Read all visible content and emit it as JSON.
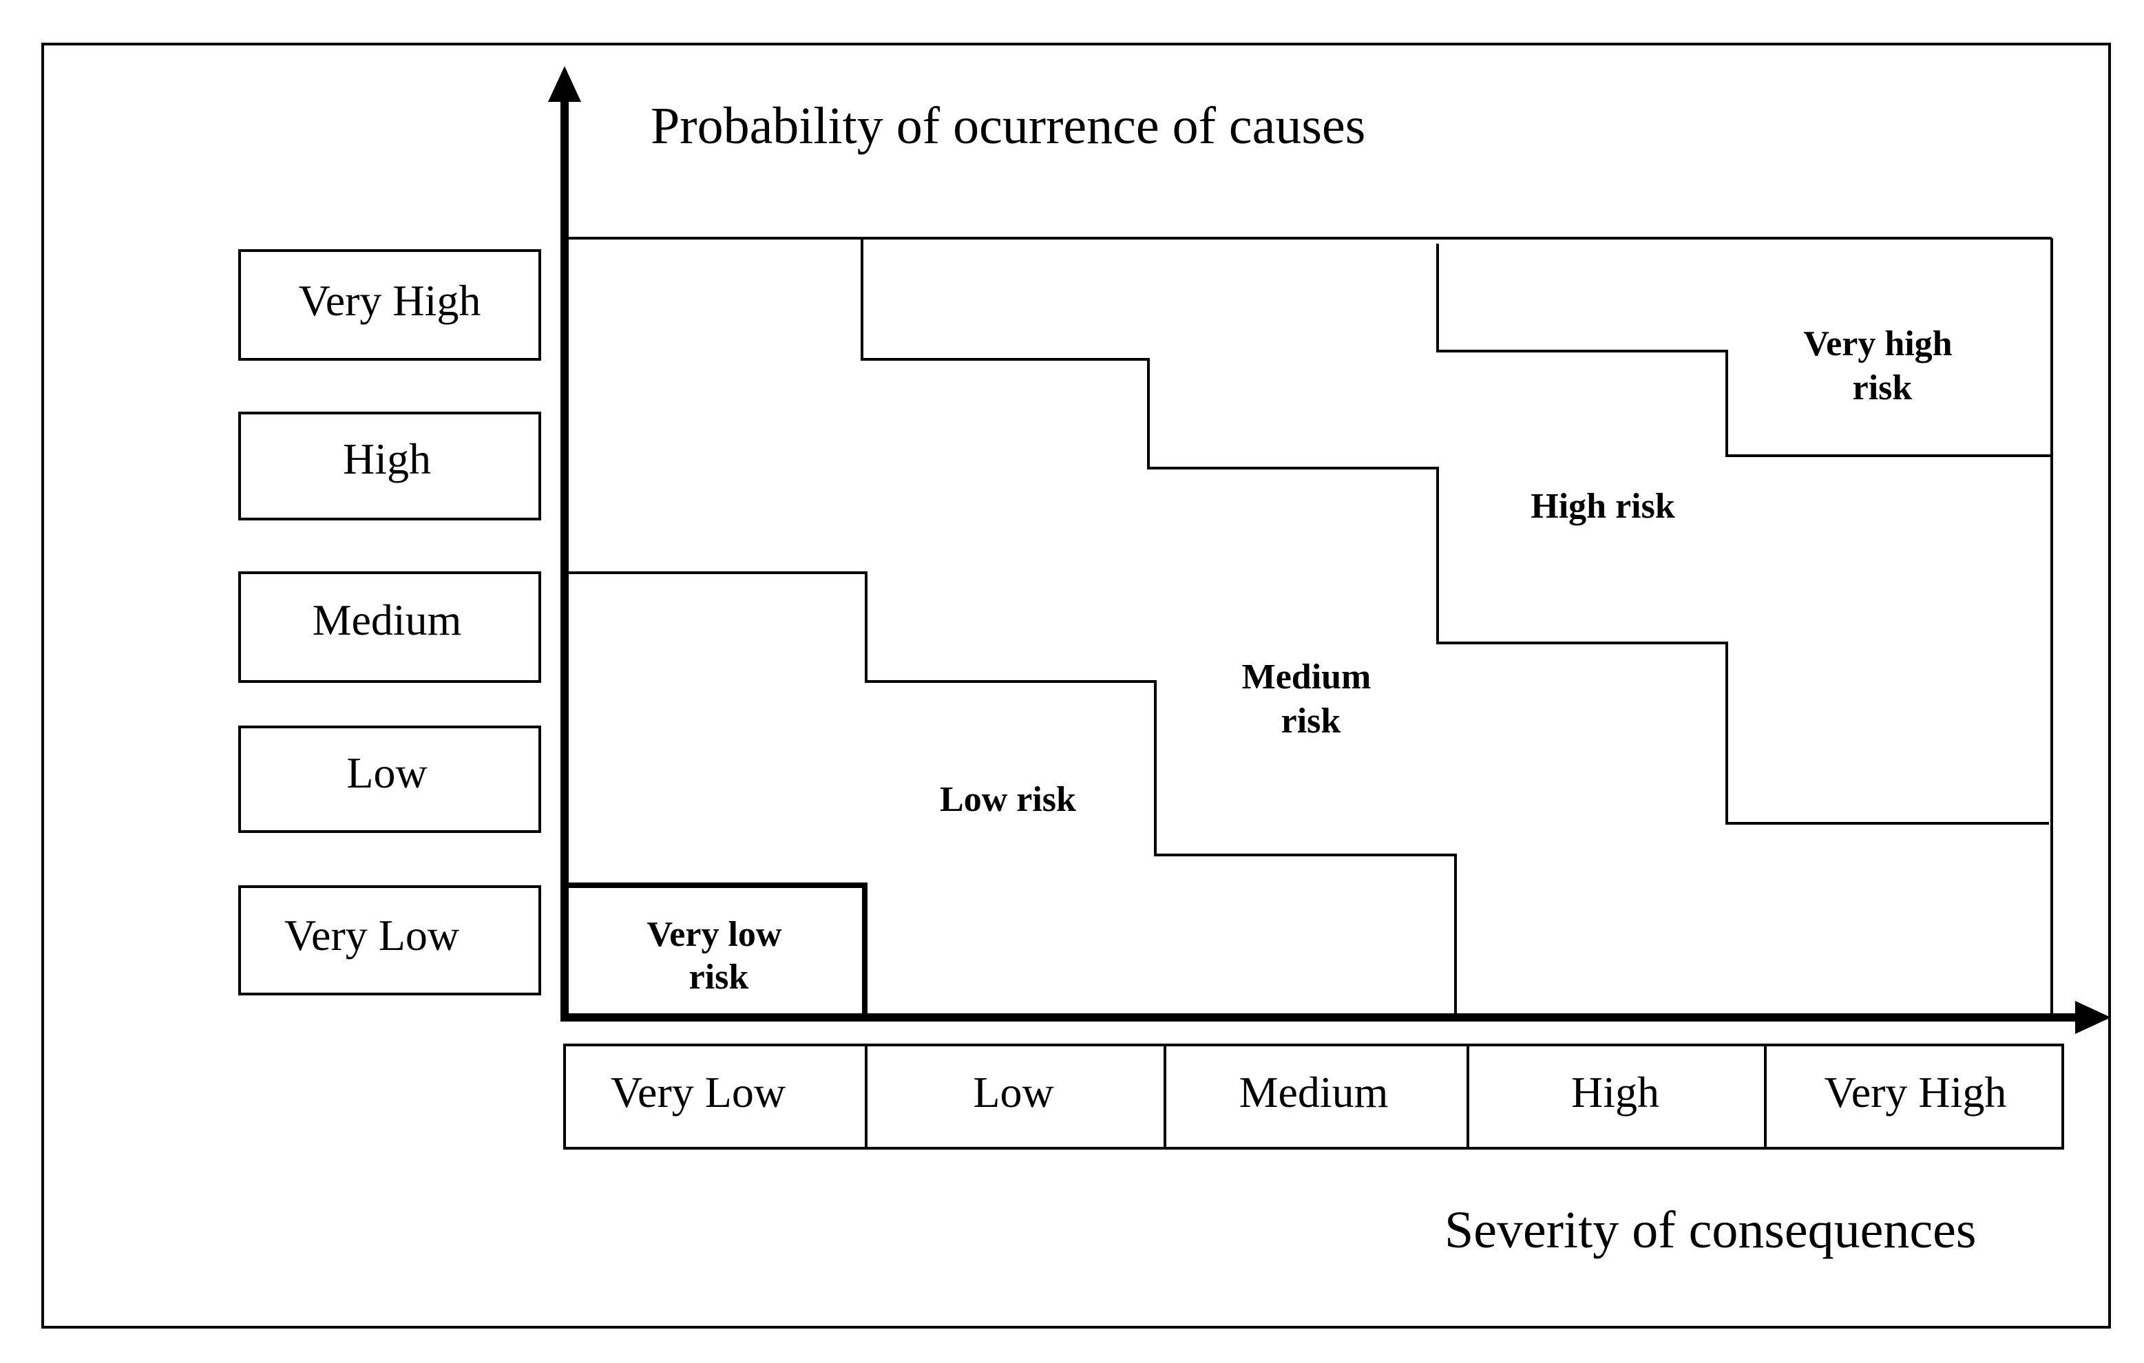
{
  "diagram": {
    "y_axis_title": "Probability of ocurrence of causes",
    "x_axis_title": "Severity of consequences",
    "probability_levels": [
      "Very High",
      "High",
      "Medium",
      "Low",
      "Very Low"
    ],
    "severity_levels": [
      "Very Low",
      "Low",
      "Medium",
      "High",
      "Very High"
    ],
    "risk_zones": {
      "very_low": [
        "Very low",
        "risk"
      ],
      "low": [
        "Low risk"
      ],
      "medium": [
        "Medium",
        "risk"
      ],
      "high": [
        "High risk"
      ],
      "very_high": [
        "Very high",
        "risk"
      ]
    }
  }
}
